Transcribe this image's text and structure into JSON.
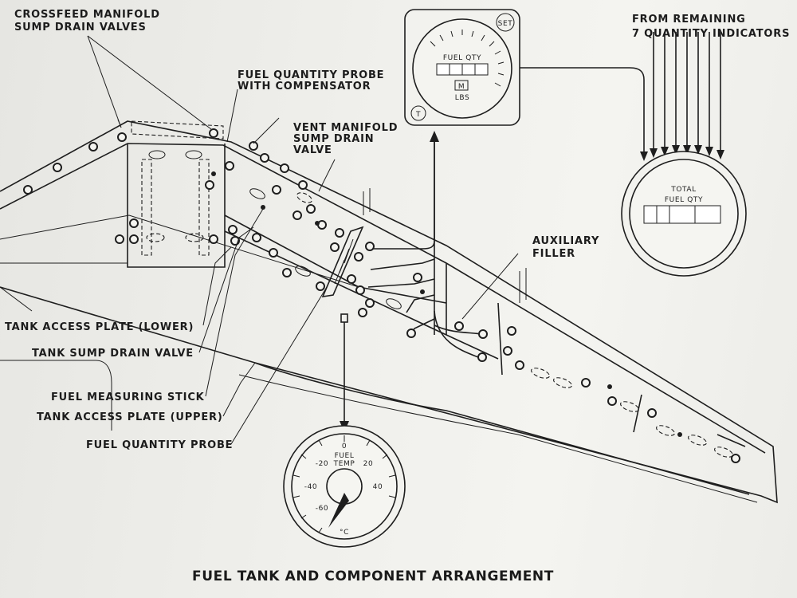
{
  "diagram": {
    "title": "FUEL TANK AND COMPONENT ARRANGEMENT",
    "labels": {
      "crossfeed_line1": "CROSSFEED MANIFOLD",
      "crossfeed_line2": "SUMP DRAIN VALVES",
      "probe_comp_line1": "FUEL QUANTITY PROBE",
      "probe_comp_line2": "WITH COMPENSATOR",
      "vent_line1": "VENT MANIFOLD",
      "vent_line2": "SUMP DRAIN",
      "vent_line3": "VALVE",
      "from_line1": "FROM REMAINING",
      "from_line2": "7 QUANTITY INDICATORS",
      "aux_line1": "AUXILIARY",
      "aux_line2": "FILLER",
      "access_lower": "TANK ACCESS PLATE (LOWER)",
      "sump_drain": "TANK SUMP DRAIN VALVE",
      "measuring_stick": "FUEL MEASURING STICK",
      "access_upper": "TANK ACCESS PLATE (UPPER)",
      "quantity_probe": "FUEL QUANTITY PROBE"
    },
    "fuel_qty_gauge": {
      "label": "FUEL QTY",
      "set": "SET",
      "m": "M",
      "lbs": "LBS",
      "t": "T"
    },
    "total_gauge": {
      "line1": "TOTAL",
      "line2": "FUEL QTY"
    },
    "temp_gauge": {
      "line1": "FUEL",
      "line2": "TEMP",
      "unit": "°C",
      "ticks": [
        "0",
        "-20",
        "20",
        "-40",
        "40",
        "-60"
      ]
    }
  }
}
